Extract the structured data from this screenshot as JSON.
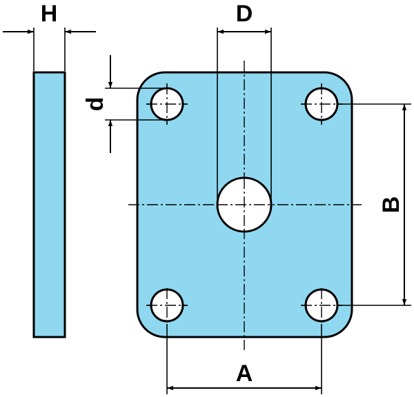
{
  "diagram": {
    "labels": {
      "H": "H",
      "D": "D",
      "d": "d",
      "A": "A",
      "B": "B"
    },
    "colors": {
      "plate_fill": "#8fd8f0",
      "outline": "#000000",
      "hole_fill": "#ffffff"
    }
  }
}
